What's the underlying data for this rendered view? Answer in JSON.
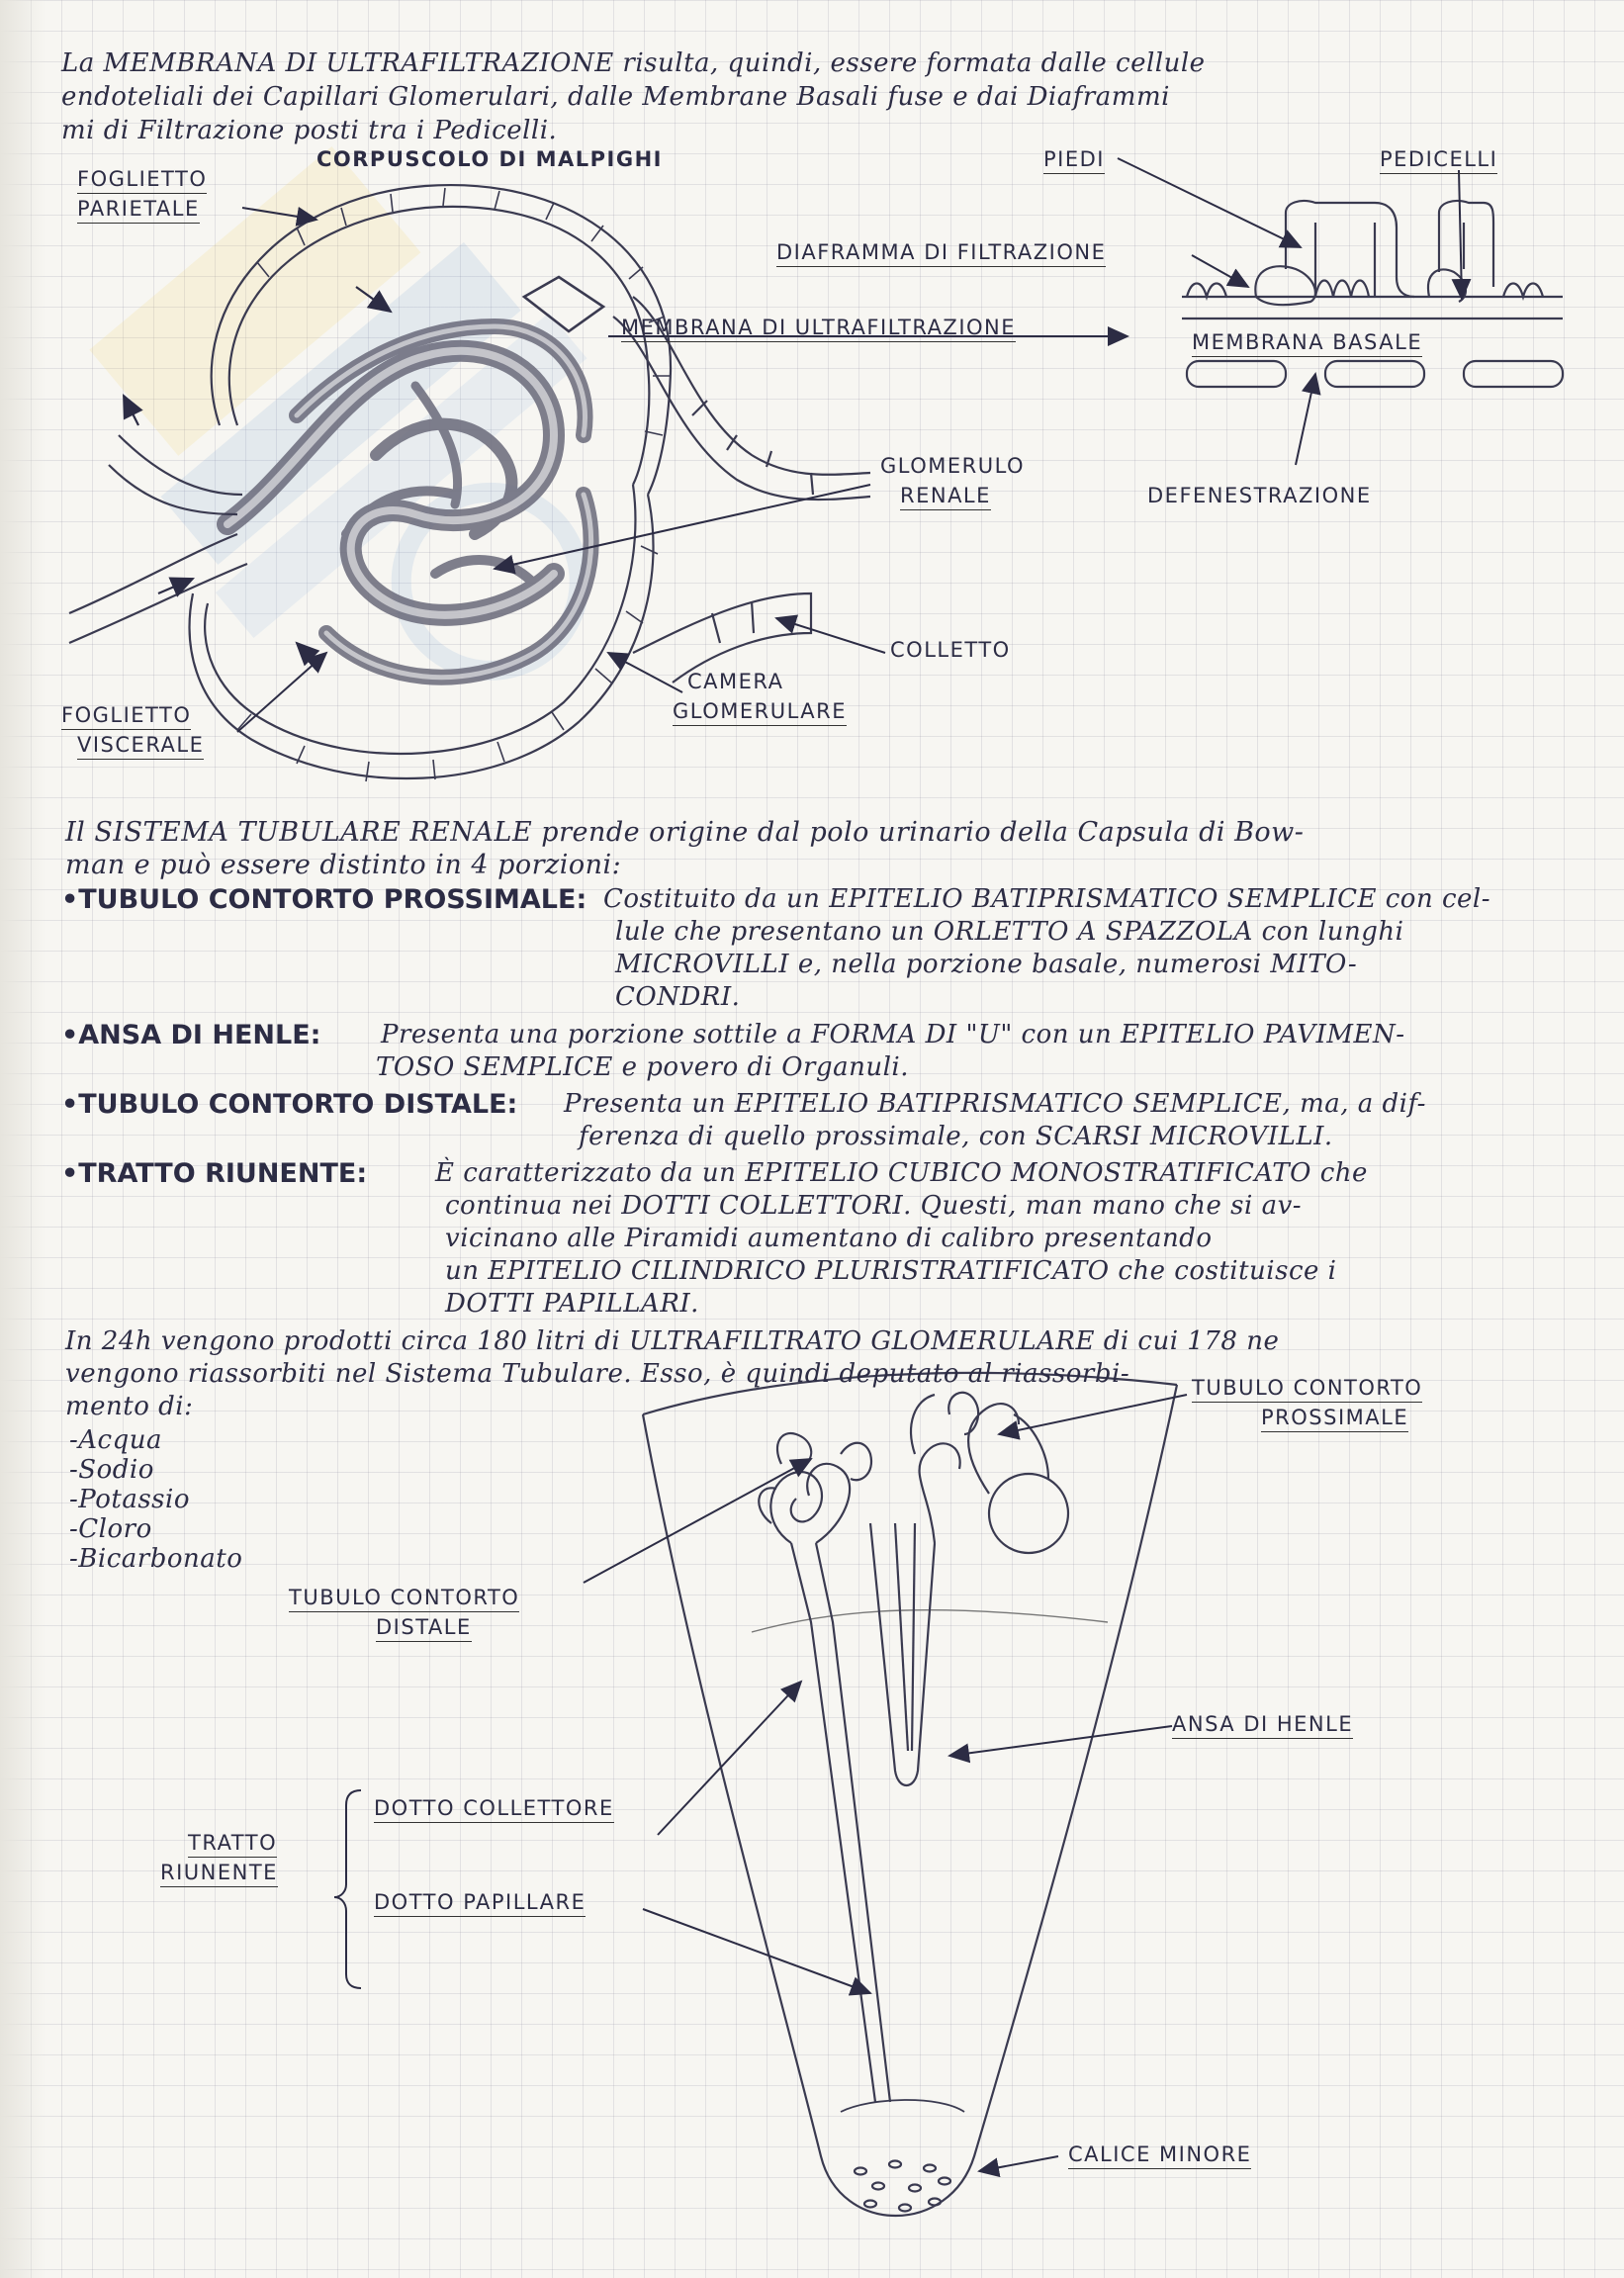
{
  "intro": {
    "line1": "La MEMBRANA DI ULTRAFILTRAZIONE risulta, quindi, essere formata dalle cellule",
    "line2": "endoteliali dei Capillari Glomerulari, dalle Membrane Basali fuse e dai Diaframmi",
    "line3": "mi di Filtrazione posti tra i Pedicelli."
  },
  "figure1": {
    "title": "CORPUSCOLO DI MALPIGHI",
    "labels": {
      "foglietto_parietale_1": "FOGLIETTO",
      "foglietto_parietale_2": "PARIETALE",
      "membrana_ultrafiltrazione": "MEMBRANA DI ULTRAFILTRAZIONE",
      "glomerulo_1": "GLOMERULO",
      "glomerulo_2": "RENALE",
      "colletto": "COLLETTO",
      "camera_1": "CAMERA",
      "camera_2": "GLOMERULARE",
      "foglietto_viscerale_1": "FOGLIETTO",
      "foglietto_viscerale_2": "VISCERALE"
    }
  },
  "figure2": {
    "labels": {
      "piedi": "PIEDI",
      "pedicelli": "PEDICELLI",
      "diaframma": "DIAFRAMMA DI FILTRAZIONE",
      "membrana_basale": "MEMBRANA BASALE",
      "defenestrazione": "DEFENESTRAZIONE"
    }
  },
  "tubular": {
    "intro1": "Il SISTEMA TUBULARE RENALE prende origine dal polo urinario della Capsula di Bow-",
    "intro2": "man e può essere distinto in 4 porzioni:",
    "items": [
      {
        "name": "•TUBULO CONTORTO PROSSIMALE:",
        "lines": [
          "Costituito da un EPITELIO BATIPRISMATICO SEMPLICE con cel-",
          "lule che presentano un ORLETTO A SPAZZOLA con lunghi",
          "MICROVILLI e, nella porzione basale, numerosi MITO-",
          "CONDRI."
        ]
      },
      {
        "name": "•ANSA DI HENLE:",
        "lines": [
          "Presenta una porzione sottile a FORMA DI \"U\" con un EPITELIO PAVIMEN-",
          "TOSO SEMPLICE e povero di Organuli."
        ]
      },
      {
        "name": "•TUBULO CONTORTO DISTALE:",
        "lines": [
          "Presenta un EPITELIO BATIPRISMATICO SEMPLICE, ma, a dif-",
          "ferenza di quello prossimale, con SCARSI MICROVILLI."
        ]
      },
      {
        "name": "•TRATTO RIUNENTE:",
        "lines": [
          "È caratterizzato da un EPITELIO CUBICO MONOSTRATIFICATO che",
          "continua nei DOTTI COLLETTORI. Questi, man mano che si av-",
          "vicinano alle Piramidi aumentano di calibro presentando",
          "un EPITELIO CILINDRICO PLURISTRATIFICATO che costituisce i",
          "DOTTI PAPILLARI."
        ]
      }
    ]
  },
  "filtrate": {
    "line1": "In 24h vengono prodotti circa 180 litri di ULTRAFILTRATO GLOMERULARE di cui 178 ne",
    "line2": "vengono riassorbiti nel Sistema Tubulare. Esso, è quindi deputato al riassorbi-",
    "line3": "mento di:",
    "list": [
      "-Acqua",
      "-Sodio",
      "-Potassio",
      "-Cloro",
      "-Bicarbonato"
    ]
  },
  "figure3": {
    "labels": {
      "tcp_1": "TUBULO CONTORTO",
      "tcp_2": "PROSSIMALE",
      "tcd_1": "TUBULO CONTORTO",
      "tcd_2": "DISTALE",
      "ansa": "ANSA DI HENLE",
      "tratto_1": "TRATTO",
      "tratto_2": "RIUNENTE",
      "dotto_collettore": "DOTTO COLLETTORE",
      "dotto_papillare": "DOTTO PAPILLARE",
      "calice": "CALICE MINORE"
    }
  }
}
